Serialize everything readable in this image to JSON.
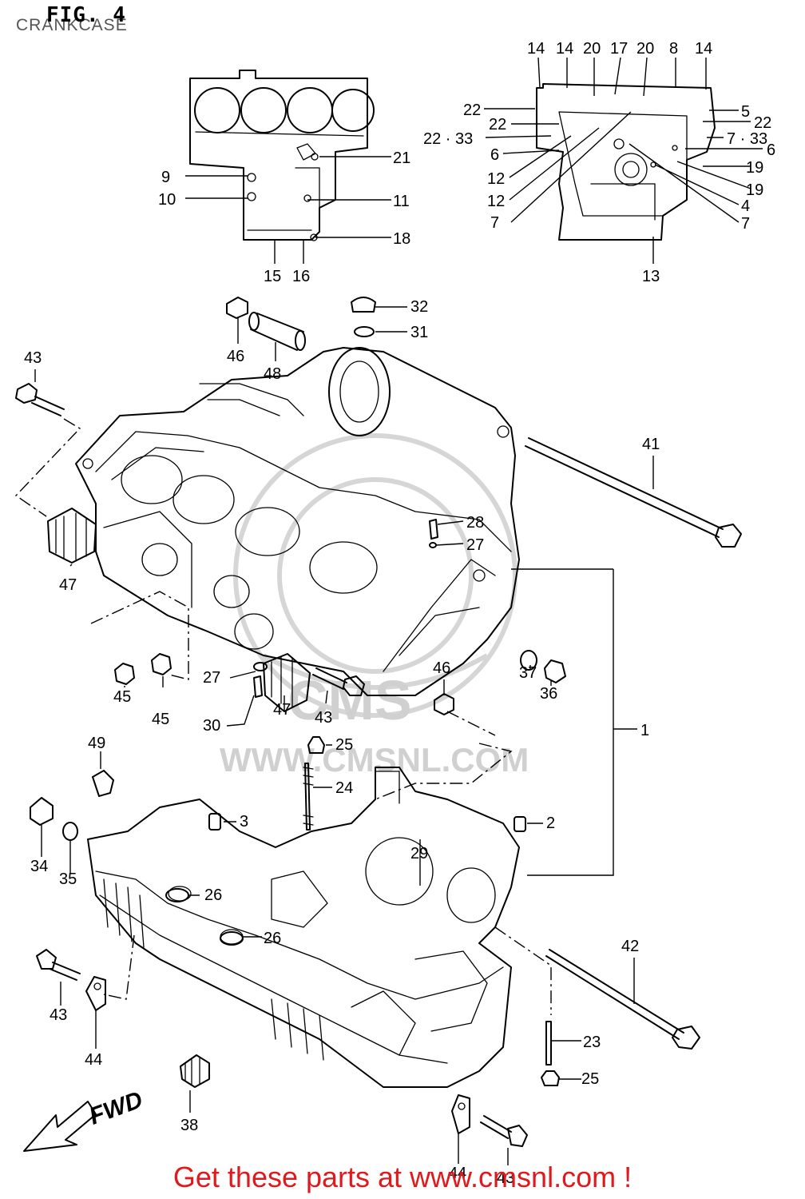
{
  "figure": {
    "title": "FIG. 4",
    "subtitle": "CRANKCASE",
    "footer": "Get these parts at www.cmsnl.com !",
    "watermark": "WWW.CMSNL.COM",
    "watermark_logo": "CMS"
  },
  "callouts": [
    "14",
    "14",
    "20",
    "17",
    "20",
    "8",
    "14",
    "22",
    "22",
    "22 · 33",
    "6",
    "12",
    "12",
    "7",
    "5",
    "22",
    "7 · 33",
    "6",
    "19",
    "19",
    "4",
    "7",
    "13",
    "21",
    "9",
    "10",
    "11",
    "18",
    "15",
    "16",
    "32",
    "31",
    "46",
    "48",
    "43",
    "41",
    "28",
    "27",
    "47",
    "1",
    "45",
    "45",
    "27",
    "30",
    "47",
    "43",
    "46",
    "37",
    "36",
    "25",
    "49",
    "24",
    "3",
    "2",
    "34",
    "35",
    "29",
    "26",
    "26",
    "42",
    "43",
    "44",
    "23",
    "25",
    "38",
    "44",
    "43"
  ],
  "direction_marker": "FWD",
  "colors": {
    "footer": "#e0191d",
    "ink": "#000000",
    "watermark": "#d0d0d0"
  }
}
